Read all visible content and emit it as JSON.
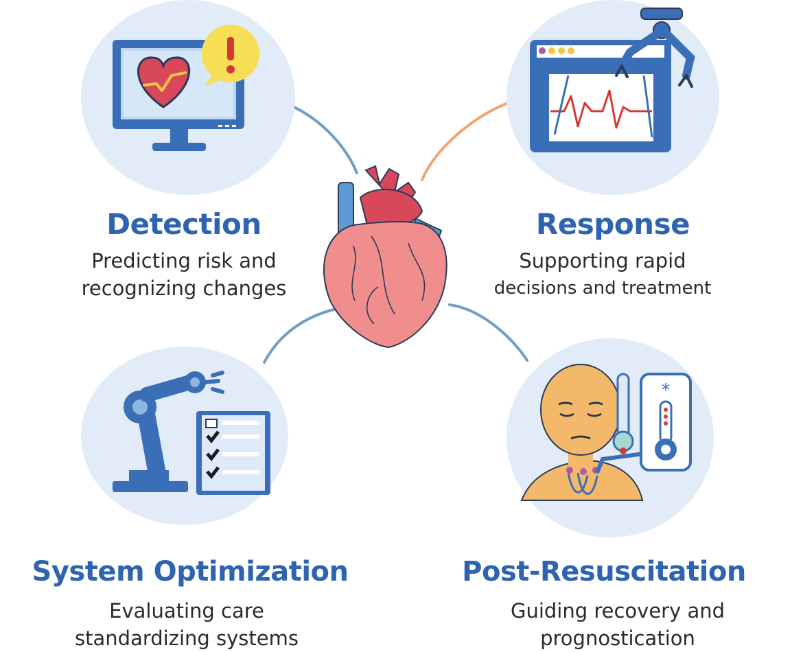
{
  "center": {
    "icon": "anatomical-heart-icon"
  },
  "quadrants": [
    {
      "id": "detection",
      "title": "Detection",
      "description": [
        "Predicting risk and",
        "recognizing changes"
      ],
      "icon": "monitor-heart-alert-icon",
      "connector_color": "#6f9ec6"
    },
    {
      "id": "response",
      "title": "Response",
      "description": [
        "Supporting rapid",
        "decisions and treatment"
      ],
      "icon": "ecg-window-robot-arm-icon",
      "connector_color": "#f0a570"
    },
    {
      "id": "system-optimization",
      "title": "System Optimization",
      "description": [
        "Evaluating care",
        "standardizing systems"
      ],
      "icon": "robot-arm-checklist-icon",
      "connector_color": "#6f9ec6"
    },
    {
      "id": "post-resuscitation",
      "title": "Post-Resuscitation",
      "description": [
        "Guiding recovery and",
        "prognostication"
      ],
      "icon": "patient-thermometer-icon",
      "connector_color": "#6f9ec6"
    }
  ],
  "colors": {
    "title": "#2e63b2",
    "circle_bg": "#e2ebf8",
    "icon_blue": "#3a6fb8",
    "heart_red": "#d9485a"
  }
}
